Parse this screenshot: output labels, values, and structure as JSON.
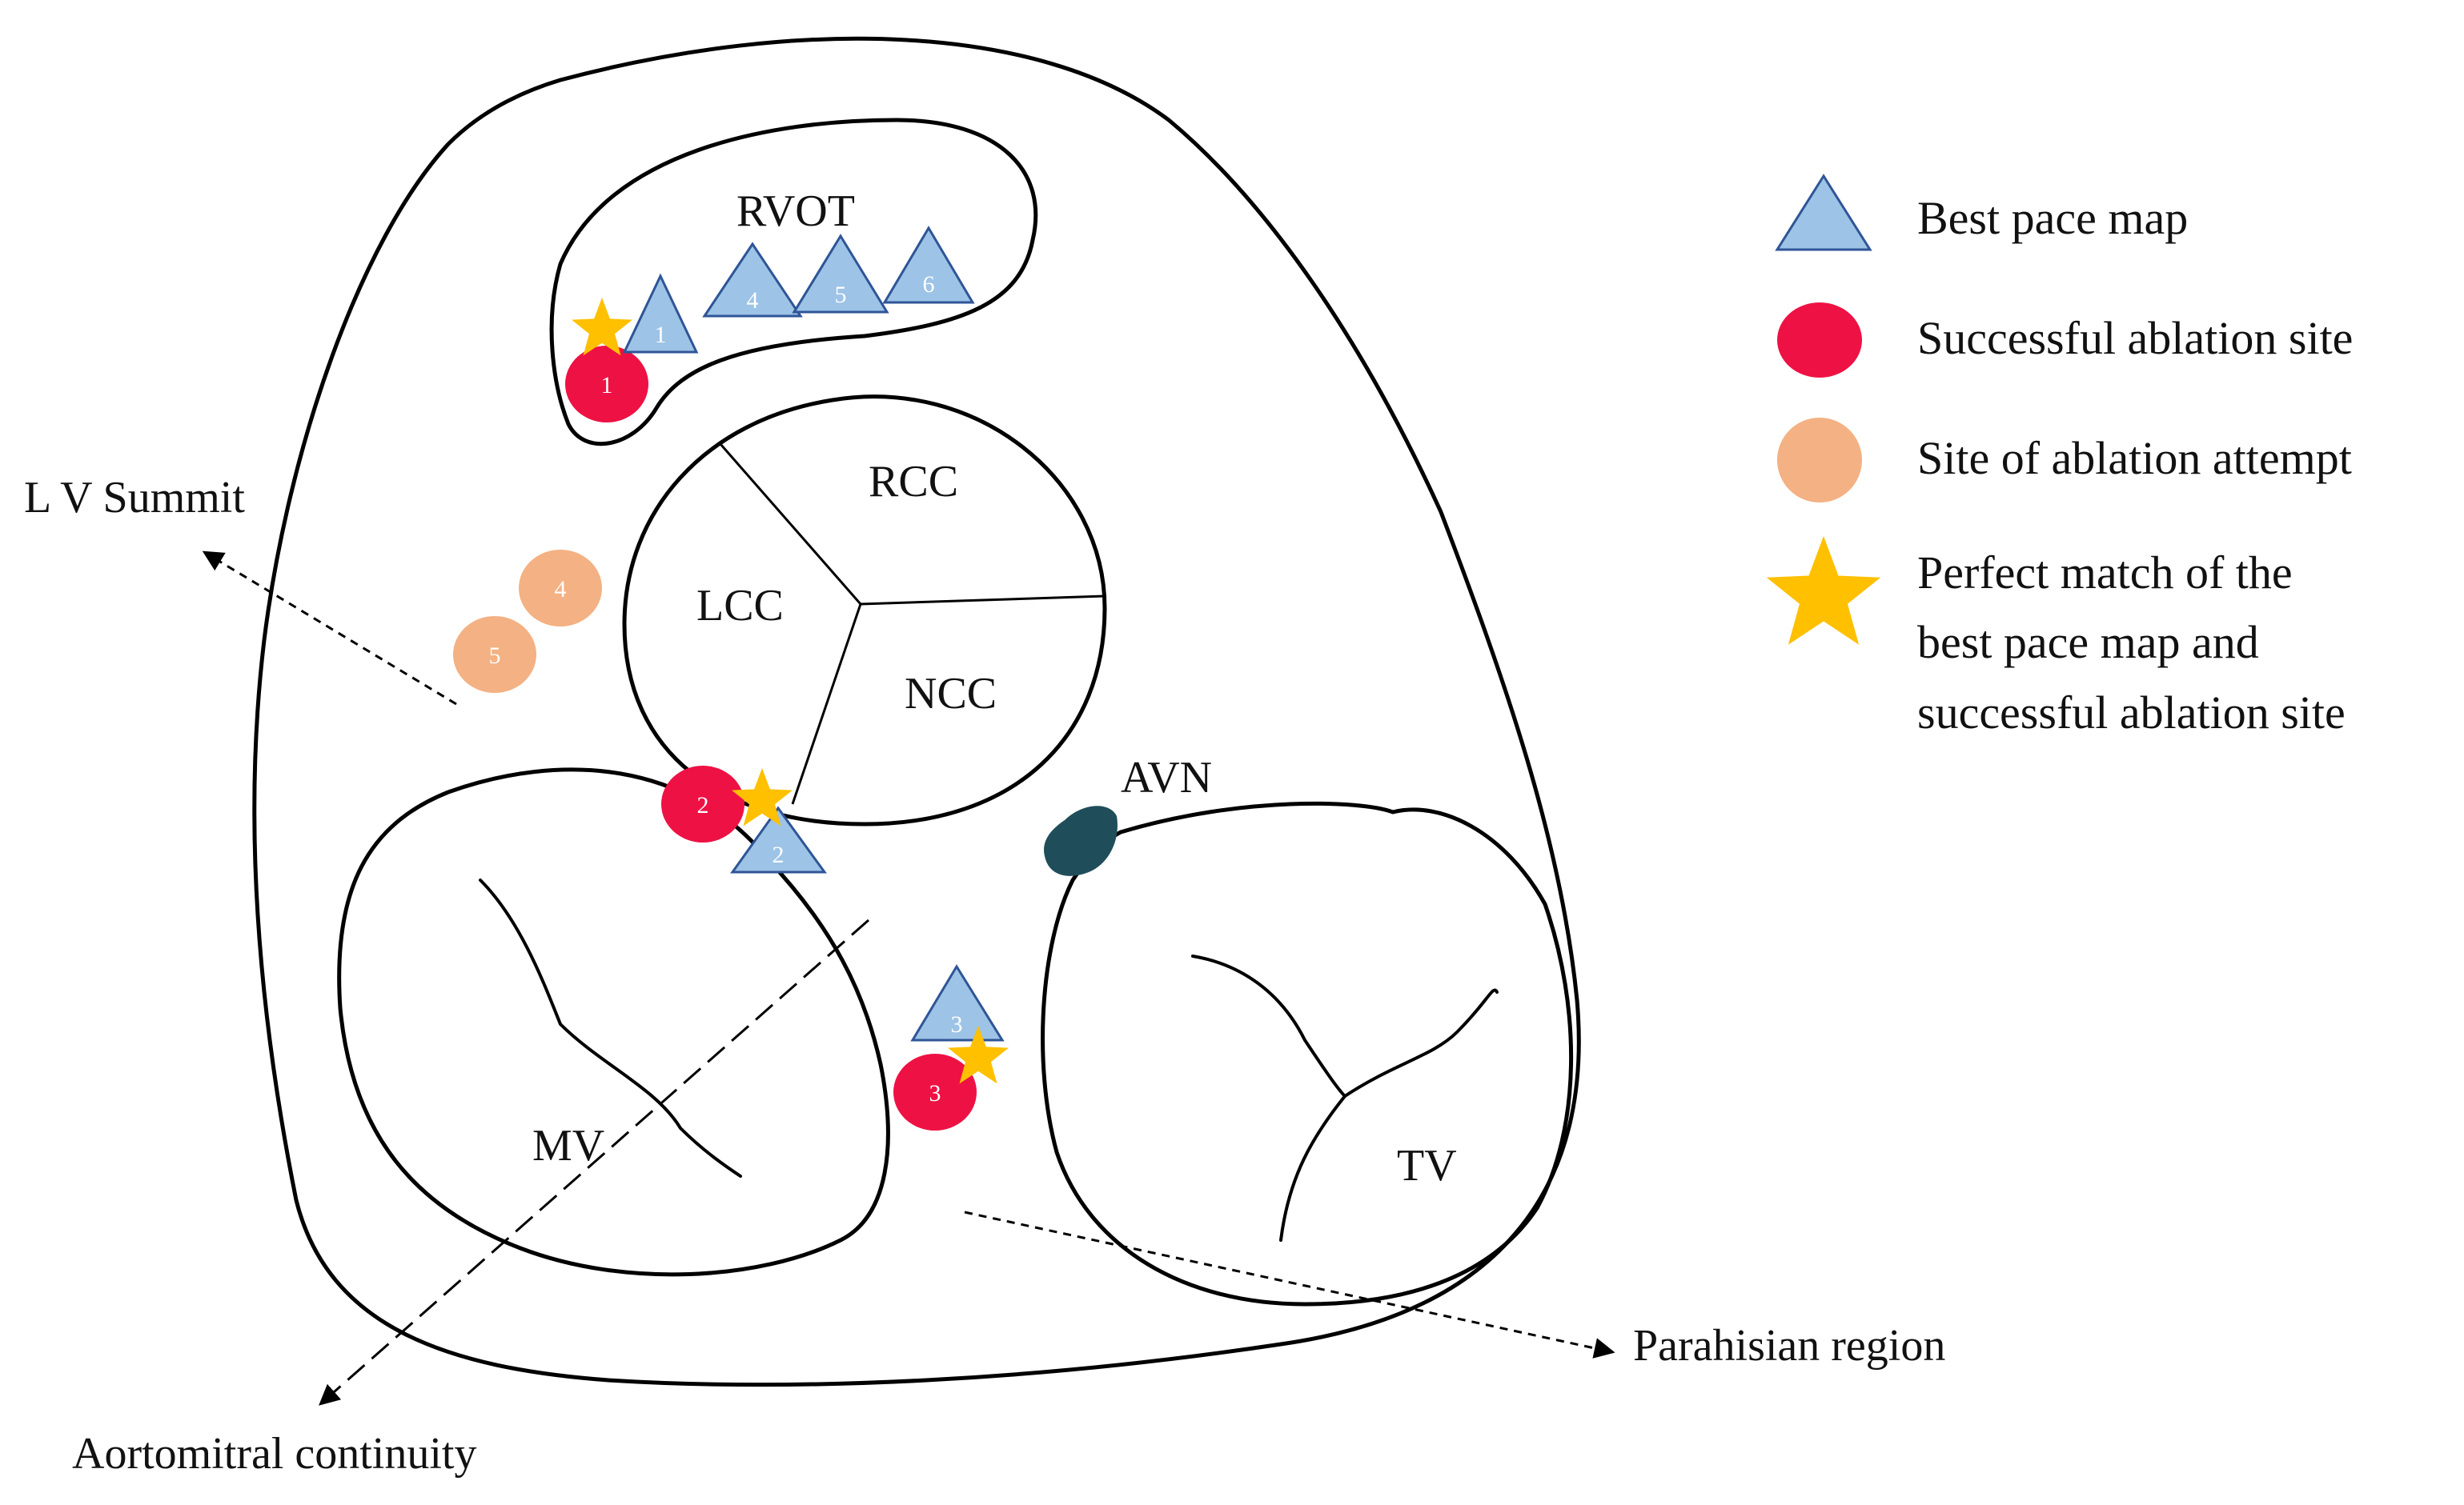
{
  "structures": {
    "rvot": "RVOT",
    "rcc": "RCC",
    "lcc": "LCC",
    "ncc": "NCC",
    "avn": "AVN",
    "mv": "MV",
    "tv": "TV"
  },
  "annotations": {
    "lv_summit": "L V Summit",
    "aortomitral": "Aortomitral continuity",
    "parahisian": "Parahisian region"
  },
  "markers": {
    "best_pace_map": [
      "1",
      "2",
      "3",
      "4",
      "5",
      "6"
    ],
    "successful_ablation": [
      "1",
      "2",
      "3"
    ],
    "ablation_attempt": [
      "4",
      "5"
    ]
  },
  "legend": {
    "best_pace_map": "Best pace map",
    "successful_ablation": "Successful ablation site",
    "ablation_attempt": "Site of ablation attempt",
    "perfect_match_line1": "Perfect match of the",
    "perfect_match_line2": "best pace map and",
    "perfect_match_line3": "successful ablation site"
  },
  "colors": {
    "pace_map_fill": "#9dc3e6",
    "pace_map_stroke": "#2f5597",
    "successful_ablation": "#ee1144",
    "ablation_attempt": "#f4b183",
    "perfect_match_star": "#ffc000",
    "avn": "#1f4e5a"
  }
}
